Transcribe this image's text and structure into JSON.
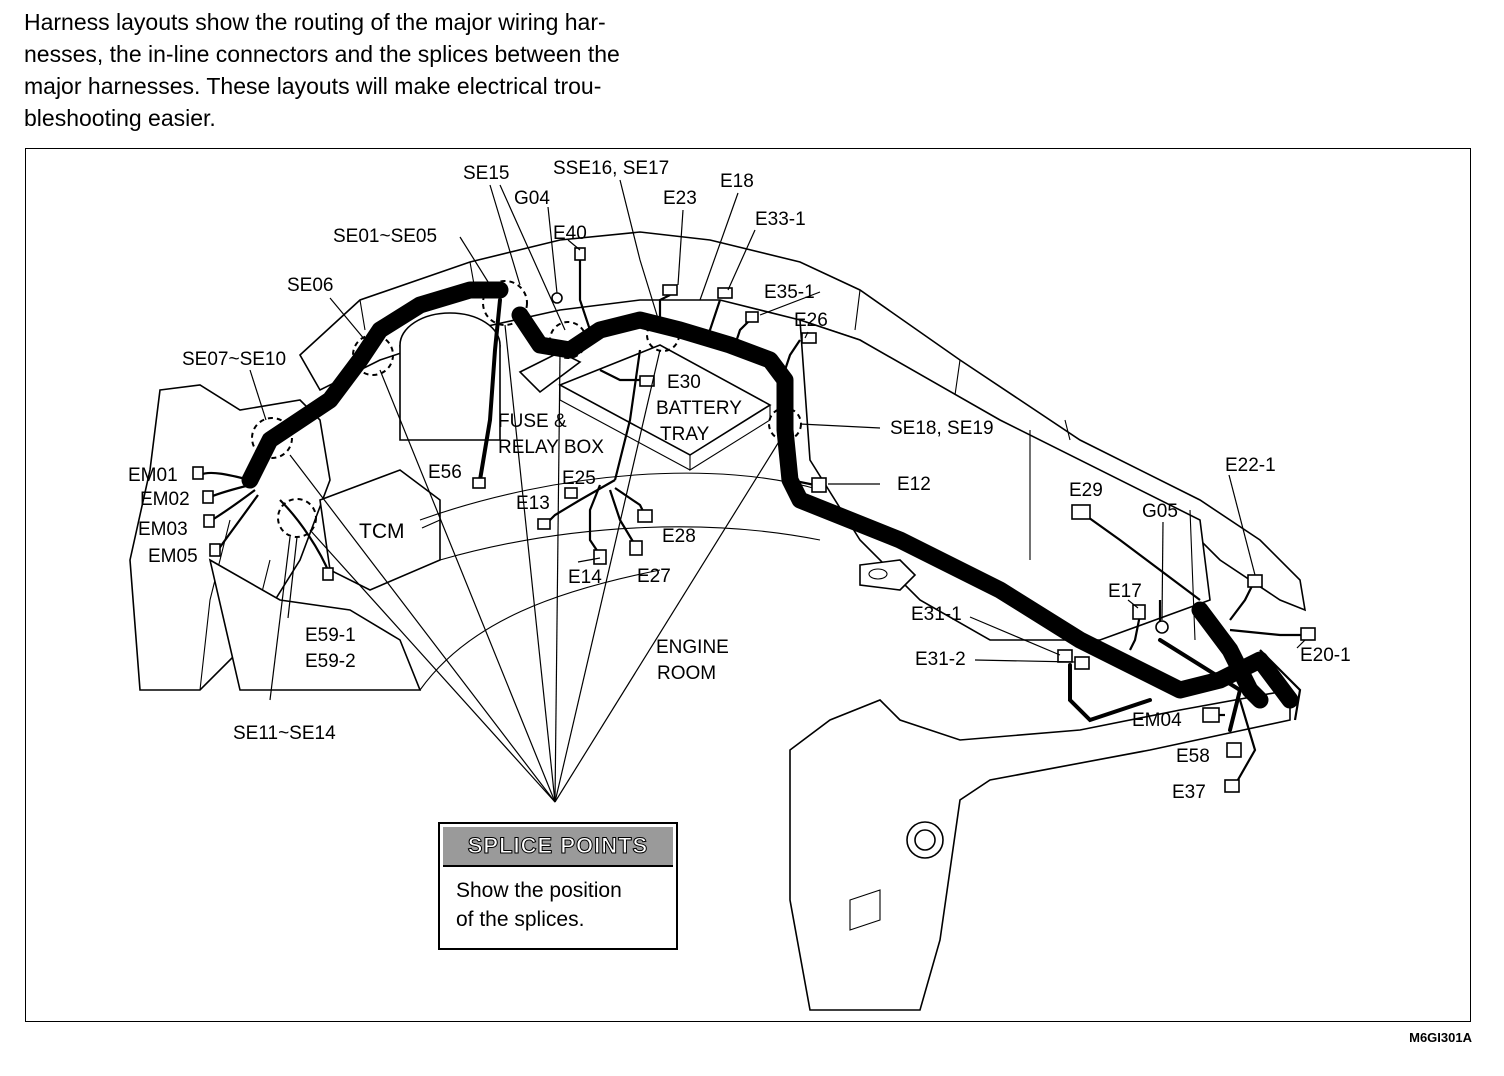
{
  "intro": {
    "line1": "Harness layouts show the routing of the major wiring har-",
    "line2": "nesses, the in-line connectors and the splices between the",
    "line3": "major harnesses.  These layouts will make electrical trou-",
    "line4": "bleshooting easier."
  },
  "labels": {
    "se15": "SE15",
    "sse16": "SSE16, SE17",
    "g04": "G04",
    "e23": "E23",
    "e18": "E18",
    "se01": "SE01~SE05",
    "e40": "E40",
    "e33_1": "E33-1",
    "se06": "SE06",
    "e35_1": "E35-1",
    "e26": "E26",
    "se07": "SE07~SE10",
    "e30": "E30",
    "battery": "BATTERY",
    "tray": "TRAY",
    "fuse": "FUSE &",
    "relay": "RELAY BOX",
    "se18": "SE18, SE19",
    "e56": "E56",
    "e25": "E25",
    "e12": "E12",
    "em01": "EM01",
    "em02": "EM02",
    "em03": "EM03",
    "em05": "EM05",
    "e13": "E13",
    "tcm": "TCM",
    "e28": "E28",
    "e29": "E29",
    "g05": "G05",
    "e22_1": "E22-1",
    "e14": "E14",
    "e27": "E27",
    "e17": "E17",
    "e59_1": "E59-1",
    "e59_2": "E59-2",
    "e31_1": "E31-1",
    "e20_1": "E20-1",
    "engine": "ENGINE",
    "room": "ROOM",
    "e31_2": "E31-2",
    "se11": "SE11~SE14",
    "em04": "EM04",
    "e58": "E58",
    "e37": "E37"
  },
  "legend": {
    "title": "SPLICE POINTS",
    "line1": "Show the position",
    "line2": "of the splices."
  },
  "figure_code": "M6GI301A"
}
